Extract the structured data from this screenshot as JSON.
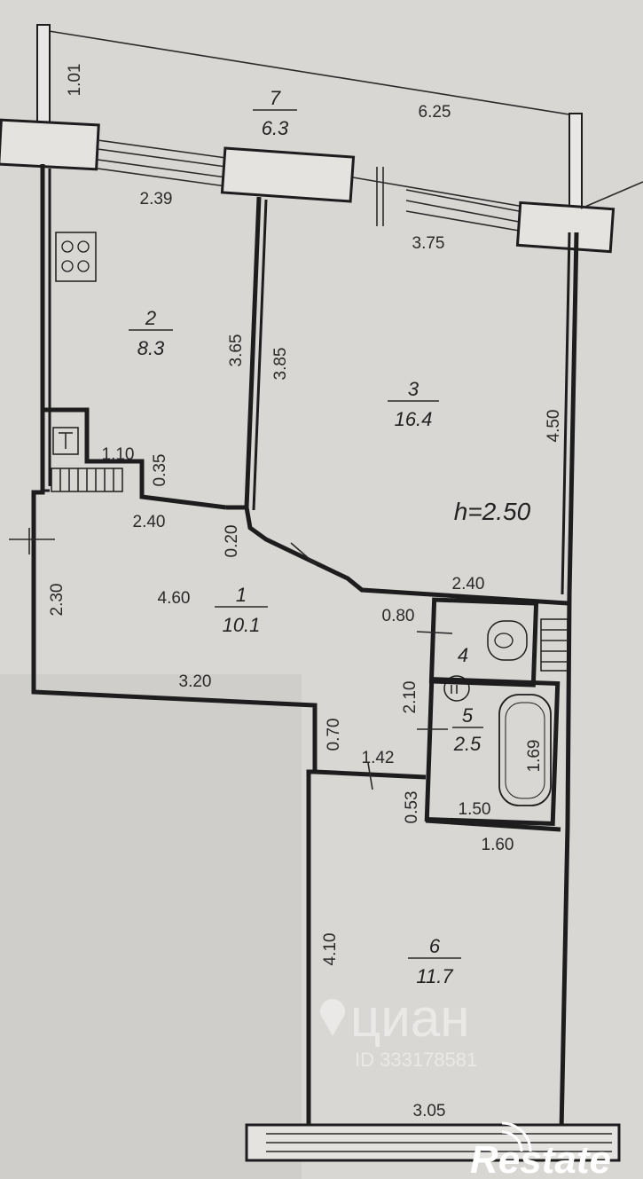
{
  "ceiling_height": "h=2.50",
  "rooms": [
    {
      "number": "1",
      "area": "10.1"
    },
    {
      "number": "2",
      "area": "8.3"
    },
    {
      "number": "3",
      "area": "16.4"
    },
    {
      "number": "4",
      "area": ""
    },
    {
      "number": "5",
      "area": "2.5"
    },
    {
      "number": "6",
      "area": "11.7"
    },
    {
      "number": "7",
      "area": "6.3"
    }
  ],
  "dimensions": {
    "balcony_depth": "1.01",
    "balcony_length": "6.25",
    "kitchen_top": "2.39",
    "room3_top": "3.75",
    "kitchen_right": "3.65",
    "room3_left": "3.85",
    "room3_right": "4.50",
    "kitchen_nook_w": "1.10",
    "kitchen_nook_h": "0.35",
    "kitchen_bottom": "2.40",
    "hall_step": "0.20",
    "room3_bottom": "2.40",
    "hall_left": "2.30",
    "hall_length": "4.60",
    "wc_width": "0.80",
    "hall_bottom": "3.20",
    "corridor_h": "2.10",
    "corridor_gap": "0.70",
    "corridor_w": "1.42",
    "bath_inner_h": "1.69",
    "bath_gap": "0.53",
    "bath_w": "1.50",
    "room6_top": "1.60",
    "room6_left": "4.10",
    "room6_bottom": "3.05"
  },
  "watermark": {
    "text": "циан",
    "id_text": "ID 333178581"
  },
  "brand": "Restate",
  "colors": {
    "paper": "#d9d7d4",
    "ink": "#1d1d1d"
  }
}
